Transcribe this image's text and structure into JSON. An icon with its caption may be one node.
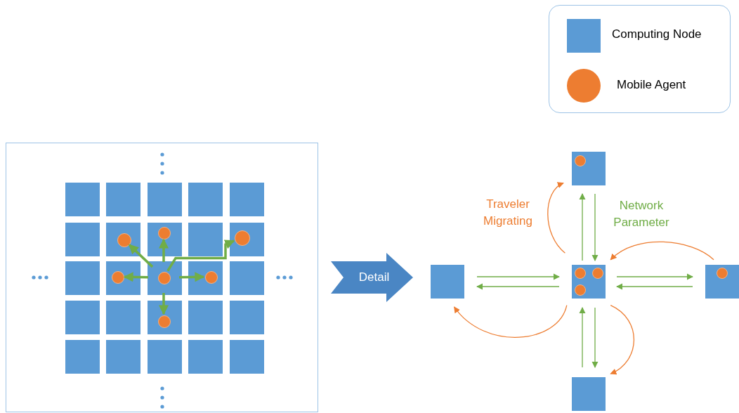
{
  "diagram": {
    "nodes": [
      {
        "text": [],
        "shape": "box"
      },
      {
        "text": [],
        "shape": "box",
        "in": 0
      },
      {
        "text": [],
        "shape": "box",
        "in": 0
      },
      {
        "text": [],
        "shape": "box",
        "in": 0
      },
      {
        "text": [],
        "shape": "box",
        "in": 0
      },
      {
        "text": [],
        "shape": "box",
        "in": 0
      },
      {
        "text": [],
        "shape": "box",
        "in": 0
      },
      {
        "text": [],
        "shape": "box",
        "in": 0
      },
      {
        "text": [],
        "shape": "box",
        "in": 0
      },
      {
        "text": [],
        "shape": "box",
        "in": 0
      },
      {
        "text": [],
        "shape": "box",
        "in": 0
      },
      {
        "text": [],
        "shape": "box",
        "in": 0
      },
      {
        "text": [],
        "shape": "box",
        "in": 0
      },
      {
        "text": [],
        "shape": "box",
        "in": 0
      },
      {
        "text": [],
        "shape": "box",
        "in": 0
      },
      {
        "text": [],
        "shape": "box",
        "in": 0
      },
      {
        "text": [],
        "shape": "box",
        "in": 0
      },
      {
        "text": [],
        "shape": "box",
        "in": 0
      },
      {
        "text": [],
        "shape": "box",
        "in": 0
      },
      {
        "text": [],
        "shape": "box",
        "in": 0
      },
      {
        "text": [],
        "shape": "box",
        "in": 0
      },
      {
        "text": [],
        "shape": "box",
        "in": 0
      },
      {
        "text": [],
        "shape": "box",
        "in": 0
      },
      {
        "text": [],
        "shape": "box",
        "in": 0
      },
      {
        "text": [],
        "shape": "box",
        "in": 0
      },
      {
        "text": [],
        "shape": "box",
        "in": 0
      },
      {
        "text": [],
        "shape": "circle",
        "in": 7
      },
      {
        "text": [],
        "shape": "circle",
        "in": 8
      },
      {
        "text": [],
        "shape": "circle",
        "in": 10
      },
      {
        "text": [],
        "shape": "circle",
        "in": 12
      },
      {
        "text": [],
        "shape": "circle",
        "in": 13
      },
      {
        "text": [],
        "shape": "circle",
        "in": 14
      },
      {
        "text": [],
        "shape": "circle",
        "in": 18
      },
      {
        "text": [
          "Detail"
        ]
      },
      {
        "text": [],
        "shape": "box"
      },
      {
        "text": [],
        "shape": "box"
      },
      {
        "text": [],
        "shape": "box"
      },
      {
        "text": [],
        "shape": "box"
      },
      {
        "text": [],
        "shape": "box"
      },
      {
        "text": [],
        "shape": "circle",
        "in": 34
      },
      {
        "text": [],
        "shape": "circle",
        "in": 36
      },
      {
        "text": [],
        "shape": "circle",
        "in": 36
      },
      {
        "text": [],
        "shape": "circle",
        "in": 36
      },
      {
        "text": [],
        "shape": "circle",
        "in": 37
      }
    ],
    "edges": [
      {
        "from": 30,
        "to": 26,
        "arrow": "to",
        "style": "thick"
      },
      {
        "from": 30,
        "to": 27,
        "arrow": "to",
        "style": "thick"
      },
      {
        "from": 30,
        "to": 28,
        "arrow": "to",
        "style": "thick"
      },
      {
        "from": 30,
        "to": 29,
        "arrow": "to",
        "style": "thick"
      },
      {
        "from": 30,
        "to": 31,
        "arrow": "to",
        "style": "thick"
      },
      {
        "from": 30,
        "to": 32,
        "arrow": "to",
        "style": "thick"
      },
      {
        "from": 36,
        "to": 34,
        "arrow": "to"
      },
      {
        "from": 34,
        "to": 36,
        "arrow": "to"
      },
      {
        "from": 35,
        "to": 36,
        "arrow": "to"
      },
      {
        "from": 36,
        "to": 35,
        "arrow": "to"
      },
      {
        "from": 36,
        "to": 37,
        "arrow": "to"
      },
      {
        "from": 37,
        "to": 36,
        "arrow": "to"
      },
      {
        "from": 38,
        "to": 36,
        "arrow": "to"
      },
      {
        "from": 36,
        "to": 38,
        "arrow": "to"
      },
      {
        "from": 36,
        "to": 34,
        "arrow": "to",
        "color": "#ed7d31"
      },
      {
        "from": 36,
        "to": 35,
        "arrow": "to",
        "color": "#ed7d31"
      },
      {
        "from": 36,
        "to": 38,
        "arrow": "to",
        "color": "#ed7d31"
      },
      {
        "from": 37,
        "to": 36,
        "arrow": "to",
        "color": "#ed7d31"
      }
    ],
    "labels": [
      "Traveler Migrating",
      "Network Parameter"
    ],
    "legend": [
      {
        "text": "Computing Node",
        "color": "#5b9bd5"
      },
      {
        "text": "Mobile Agent",
        "color": "#ed7d31"
      }
    ]
  }
}
